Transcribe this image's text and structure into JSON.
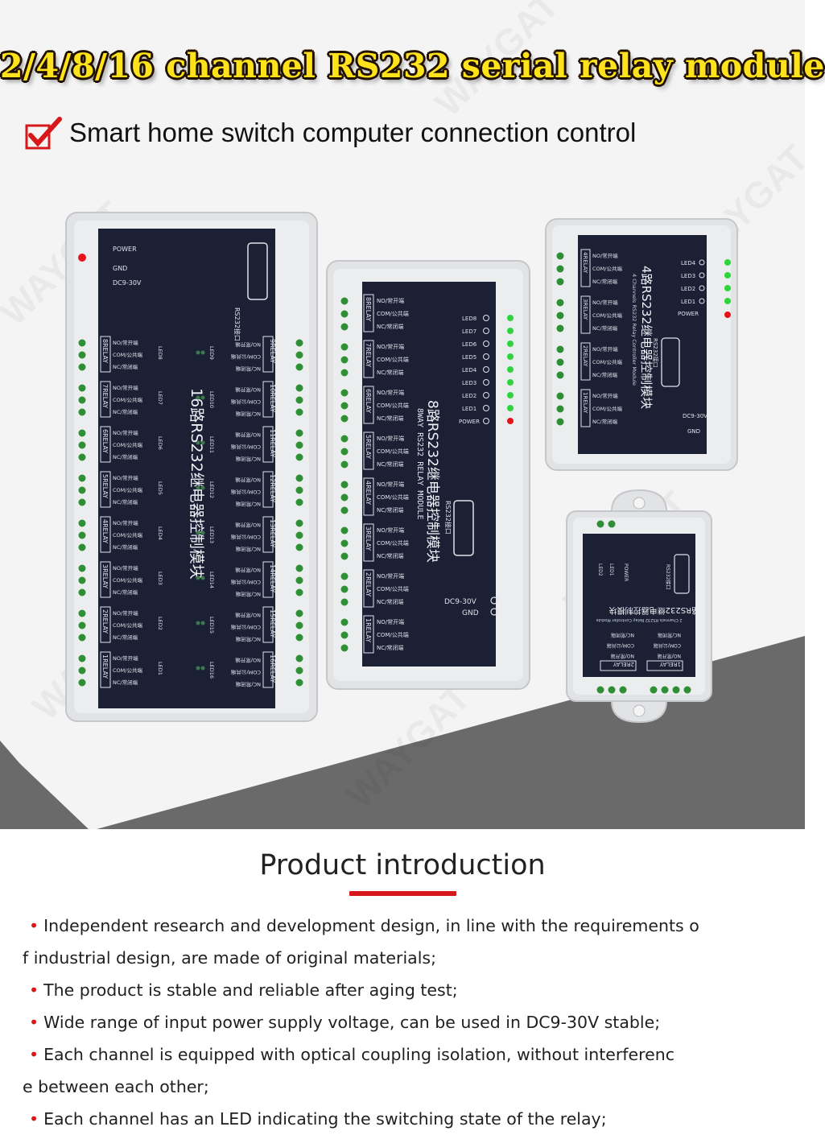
{
  "banner": {
    "title": "2/4/8/16 channel RS232 serial relay module",
    "subtitle": "Smart home switch computer connection control",
    "check_icon": "red-check-icon",
    "watermark": "WAYGAT"
  },
  "module_16": {
    "power": "POWER",
    "gnd": "GND",
    "dc": "DC9-30V",
    "port": "RS232接口",
    "name": "16路RS232继电器控制模块",
    "relays_left": [
      "8RELAY",
      "7RELAY",
      "6RELAY",
      "5RELAY",
      "4RELAY",
      "3RELAY",
      "2RELAY",
      "1RELAY"
    ],
    "relays_right": [
      "9RELAY",
      "10RELAY",
      "11RELAY",
      "12RELAY",
      "13RELAY",
      "14RELAY",
      "15RELAY",
      "16RELAY"
    ],
    "leds_left": [
      "LED8",
      "LED7",
      "LED6",
      "LED5",
      "LED4",
      "LED3",
      "LED2",
      "LED1"
    ],
    "leds_right": [
      "LED9",
      "LED10",
      "LED11",
      "LED12",
      "LED13",
      "LED14",
      "LED15",
      "LED16"
    ],
    "terminals": [
      "NO/常开端",
      "COM/公共端",
      "NC/常闭端"
    ]
  },
  "module_8": {
    "name_en": "8WAY RS232 RELAY MODULE",
    "name": "8路RS232继电器控制模块",
    "port": "RS232接口",
    "relays": [
      "8RELAY",
      "7RELAY",
      "6RELAY",
      "5RELAY",
      "4RELAY",
      "3RELAY",
      "2RELAY",
      "1RELAY"
    ],
    "leds": [
      "LED8",
      "LED7",
      "LED6",
      "LED5",
      "LED4",
      "LED3",
      "LED2",
      "LED1"
    ],
    "power": "POWER",
    "dc": "DC9-30V",
    "gnd": "GND",
    "terminals": [
      "NO/常开端",
      "COM/公共端",
      "NC/常闭端"
    ]
  },
  "module_4": {
    "name": "4路RS232继电器控制模块",
    "name_en": "4 Channels RS232 Relay Controller Module",
    "port": "RS232接口",
    "relays": [
      "4RELAY",
      "3RELAY",
      "2RELAY",
      "1RELAY"
    ],
    "leds": [
      "LED4",
      "LED3",
      "LED2",
      "LED1"
    ],
    "power": "POWER",
    "dc": "DC9-30V",
    "gnd": "GND",
    "terminals": [
      "NO/常开端",
      "COM/公共端",
      "NC/常闭端"
    ]
  },
  "module_2": {
    "name": "2路RS232继电器控制模块",
    "name_en": "2 Channels RS232 Relay Controller Module",
    "port": "RS232接口",
    "leds": [
      "LED2",
      "LED1"
    ],
    "power": "POWER",
    "relays": [
      "2RELAY",
      "1RELAY"
    ],
    "terminals": [
      "NO/常开端",
      "COM/公共端",
      "NC/常闭端"
    ]
  },
  "intro": {
    "title": "Product introduction",
    "items": [
      "Independent research and development design, in line with the requirements o",
      "f industrial design, are made of original materials;",
      "The product is stable and reliable after aging test;",
      "Wide range of input power supply voltage, can be used in DC9-30V stable;",
      "Each channel is equipped with optical coupling isolation, without interferenc",
      "e between each other;",
      "Each channel has an LED indicating the switching state of the relay;"
    ],
    "bulleted": [
      true,
      false,
      true,
      true,
      true,
      false,
      true
    ]
  },
  "colors": {
    "title_fill": "#fde21c",
    "accent_red": "#d7181b",
    "panel": "#1b2035",
    "case": "#e2e3e5",
    "led_green": "#2dd43b",
    "led_red": "#e8131a",
    "terminal_green": "#2f8f34",
    "backdrop_dark": "#6b6a6b"
  }
}
